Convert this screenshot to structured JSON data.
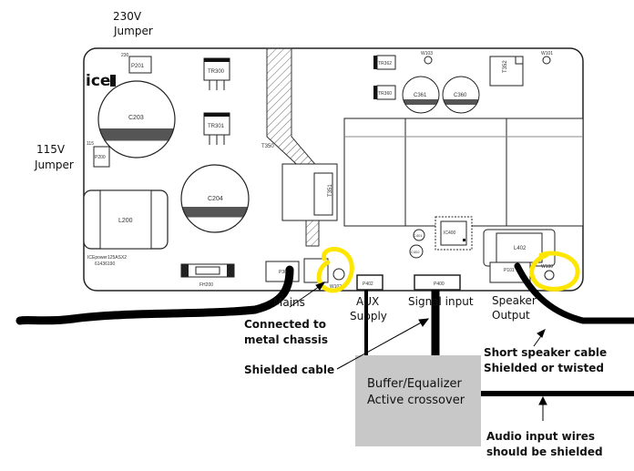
{
  "labels": {
    "jumper_230v": [
      "230V",
      "Jumper"
    ],
    "jumper_115v": [
      "115V",
      "Jumper"
    ],
    "mains": "Mains",
    "aux_supply": [
      "AUX",
      "Supply"
    ],
    "signal_input": "Signal input",
    "speaker_output": [
      "Speaker",
      "Output"
    ],
    "connected_chassis": [
      "Connected to",
      "metal chassis"
    ],
    "shielded_cable": "Shielded cable",
    "short_speaker_cable": [
      "Short speaker cable",
      "Shielded or twisted"
    ],
    "audio_input_wires": [
      "Audio input wires",
      "should be shielded"
    ],
    "buffer_box": [
      "Buffer/Equalizer",
      "Active crossover"
    ]
  },
  "board": {
    "logo": "ice",
    "model_text": [
      "ICEpower125ASX2",
      "61436190"
    ],
    "components": {
      "p201": "P201",
      "p200": "P200",
      "tr300": "TR300",
      "tr301": "TR301",
      "c203": "C203",
      "c204": "C204",
      "l200": "L200",
      "fh200": "FH200",
      "t350": "T350",
      "t351": "T351",
      "tr362": "TR362",
      "tr360": "TR360",
      "c361": "C361",
      "c360": "C360",
      "t352": "T352",
      "ic400": "IC400",
      "c401": "C401",
      "c402": "C402",
      "l402": "L402",
      "p101": "P101",
      "w103": "W103",
      "w101": "W101",
      "w102": "W102",
      "w100": "W100",
      "p400": "P400",
      "p402": "P402",
      "p301": "P301",
      "v230": "230",
      "v115": "115"
    }
  },
  "colors": {
    "highlight": "#ffe600",
    "buffer_box": "#c8c8c8",
    "cable": "#000000",
    "outline": "#222222"
  }
}
